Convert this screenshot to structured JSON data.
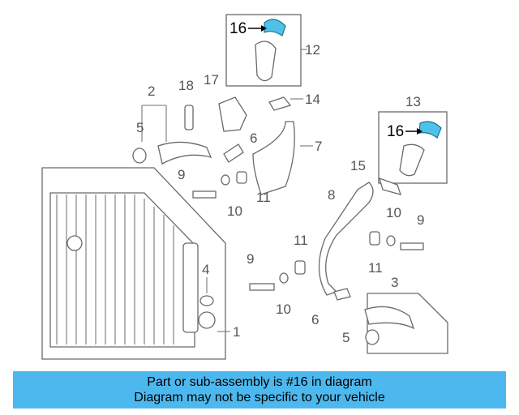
{
  "callouts": {
    "c1": "1",
    "c2": "2",
    "c3": "3",
    "c4": "4",
    "c5a": "5",
    "c5b": "5",
    "c6a": "6",
    "c6b": "6",
    "c7": "7",
    "c8": "8",
    "c9a": "9",
    "c9b": "9",
    "c9c": "9",
    "c10a": "10",
    "c10b": "10",
    "c10c": "10",
    "c11a": "11",
    "c11b": "11",
    "c11c": "11",
    "c12": "12",
    "c13": "13",
    "c14": "14",
    "c15": "15",
    "c16a": "16",
    "c16b": "16",
    "c17": "17",
    "c18": "18"
  },
  "highlight_color": "#4fc1e9",
  "banner": {
    "line1": "Part or sub-assembly is #16 in diagram",
    "line2": "Diagram may not be specific to your vehicle",
    "background": "#4db8ee"
  }
}
